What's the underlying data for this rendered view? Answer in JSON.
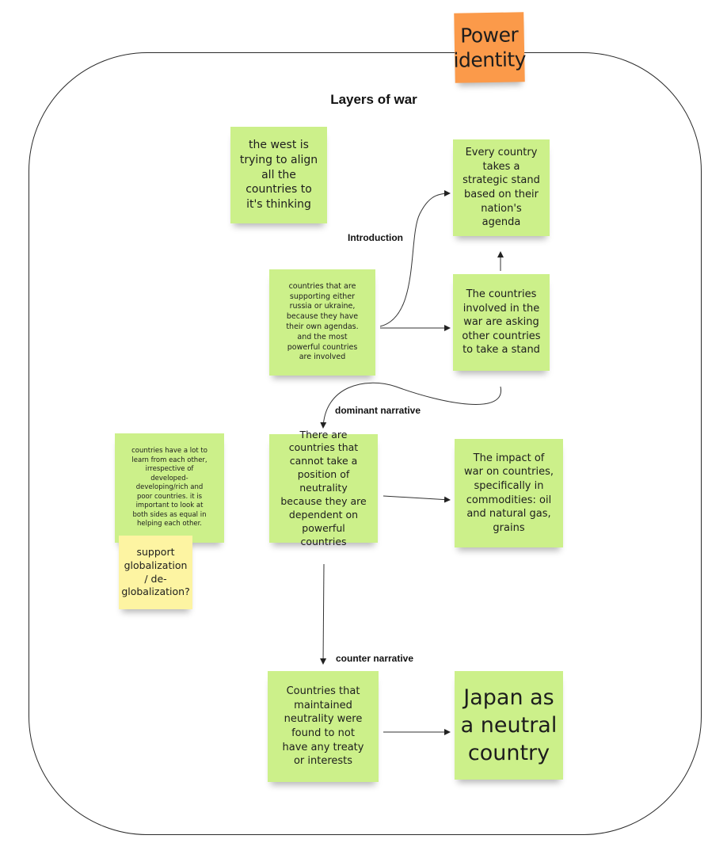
{
  "title": "Layers of war",
  "notes": {
    "power_identity": "Power identity",
    "west_align": "the west is trying to align all the countries to it's thinking",
    "strategic_stand": "Every country takes a strategic stand based on their nation's agenda",
    "supporting": "countries that are supporting either russia or ukraine, because they have their own agendas. and the most powerful countries are involved",
    "asking_stand": "The countries involved in the war are asking other countries to take a stand",
    "learn": "countries have a lot to learn from each other, irrespective of developed-developing/rich and poor countries. it is important to look at both sides as equal in helping each other.",
    "globalization": "support globalization / de-globalization?",
    "dependent": "There are countries that cannot take a position of neutrality because they are dependent on powerful countries",
    "impact": "The impact of war on countries, specifically in commodities: oil and natural gas, grains",
    "neutral_no_treaty": "Countries that maintained neutrality were found to not have any treaty or interests",
    "japan": "Japan as a neutral country"
  },
  "labels": {
    "introduction": "Introduction",
    "dominant": "dominant narrative",
    "counter": "counter narrative"
  },
  "colors": {
    "green_note": "#ccf08a",
    "orange_note": "#fb9a4a",
    "yellow_note": "#fdf4a2"
  }
}
